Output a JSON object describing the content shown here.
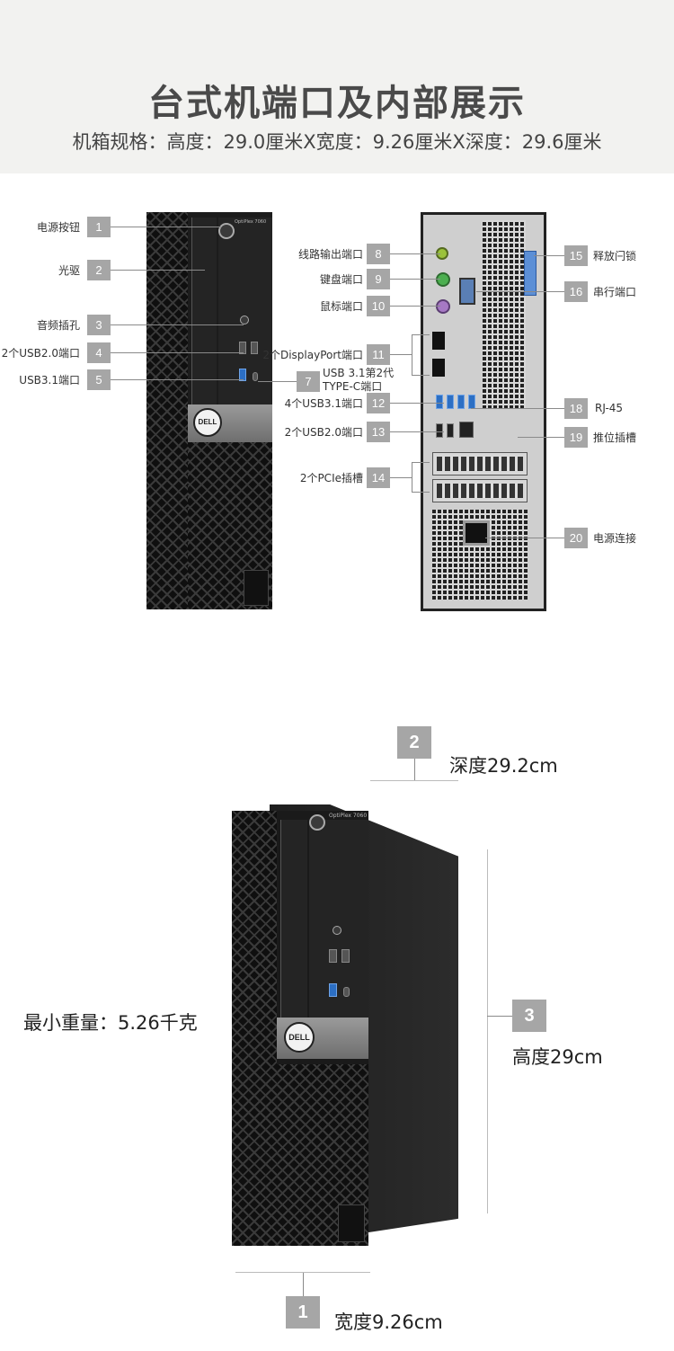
{
  "header": {
    "title": "台式机端口及内部展示",
    "subtitle": "机箱规格：高度：29.0厘米X宽度：9.26厘米X深度：29.6厘米"
  },
  "front_labels": [
    {
      "num": "1",
      "text": "电源按钮"
    },
    {
      "num": "2",
      "text": "光驱"
    },
    {
      "num": "3",
      "text": "音频插孔"
    },
    {
      "num": "4",
      "text": "2个USB2.0端口"
    },
    {
      "num": "5",
      "text": "USB3.1端口"
    },
    {
      "num": "7",
      "text_line1": "USB 3.1第2代",
      "text_line2": "TYPE-C端口"
    }
  ],
  "rear_labels_left": [
    {
      "num": "8",
      "text": "线路输出端口"
    },
    {
      "num": "9",
      "text": "键盘端口"
    },
    {
      "num": "10",
      "text": "鼠标端口"
    },
    {
      "num": "11",
      "text": "2个DisplayPort端口"
    },
    {
      "num": "12",
      "text": "4个USB3.1端口"
    },
    {
      "num": "13",
      "text": "2个USB2.0端口"
    },
    {
      "num": "14",
      "text": "2个PCIe插槽"
    }
  ],
  "rear_labels_right": [
    {
      "num": "15",
      "text": "释放闩锁"
    },
    {
      "num": "16",
      "text": "串行端口"
    },
    {
      "num": "18",
      "text": "RJ-45"
    },
    {
      "num": "19",
      "text": "推位插槽"
    },
    {
      "num": "20",
      "text": "电源连接"
    }
  ],
  "product": {
    "front_model": "OptiPlex 7060",
    "logo": "DELL"
  },
  "dimensions": {
    "depth": {
      "num": "2",
      "text": "深度29.2cm"
    },
    "height": {
      "num": "3",
      "text": "高度29cm"
    },
    "width": {
      "num": "1",
      "text": "宽度9.26cm"
    },
    "weight": "最小重量：5.26千克"
  },
  "colors": {
    "header_bg": "#f2f2f0",
    "badge_bg": "#a6a6a6",
    "usb3_blue": "#2c6fc4"
  }
}
